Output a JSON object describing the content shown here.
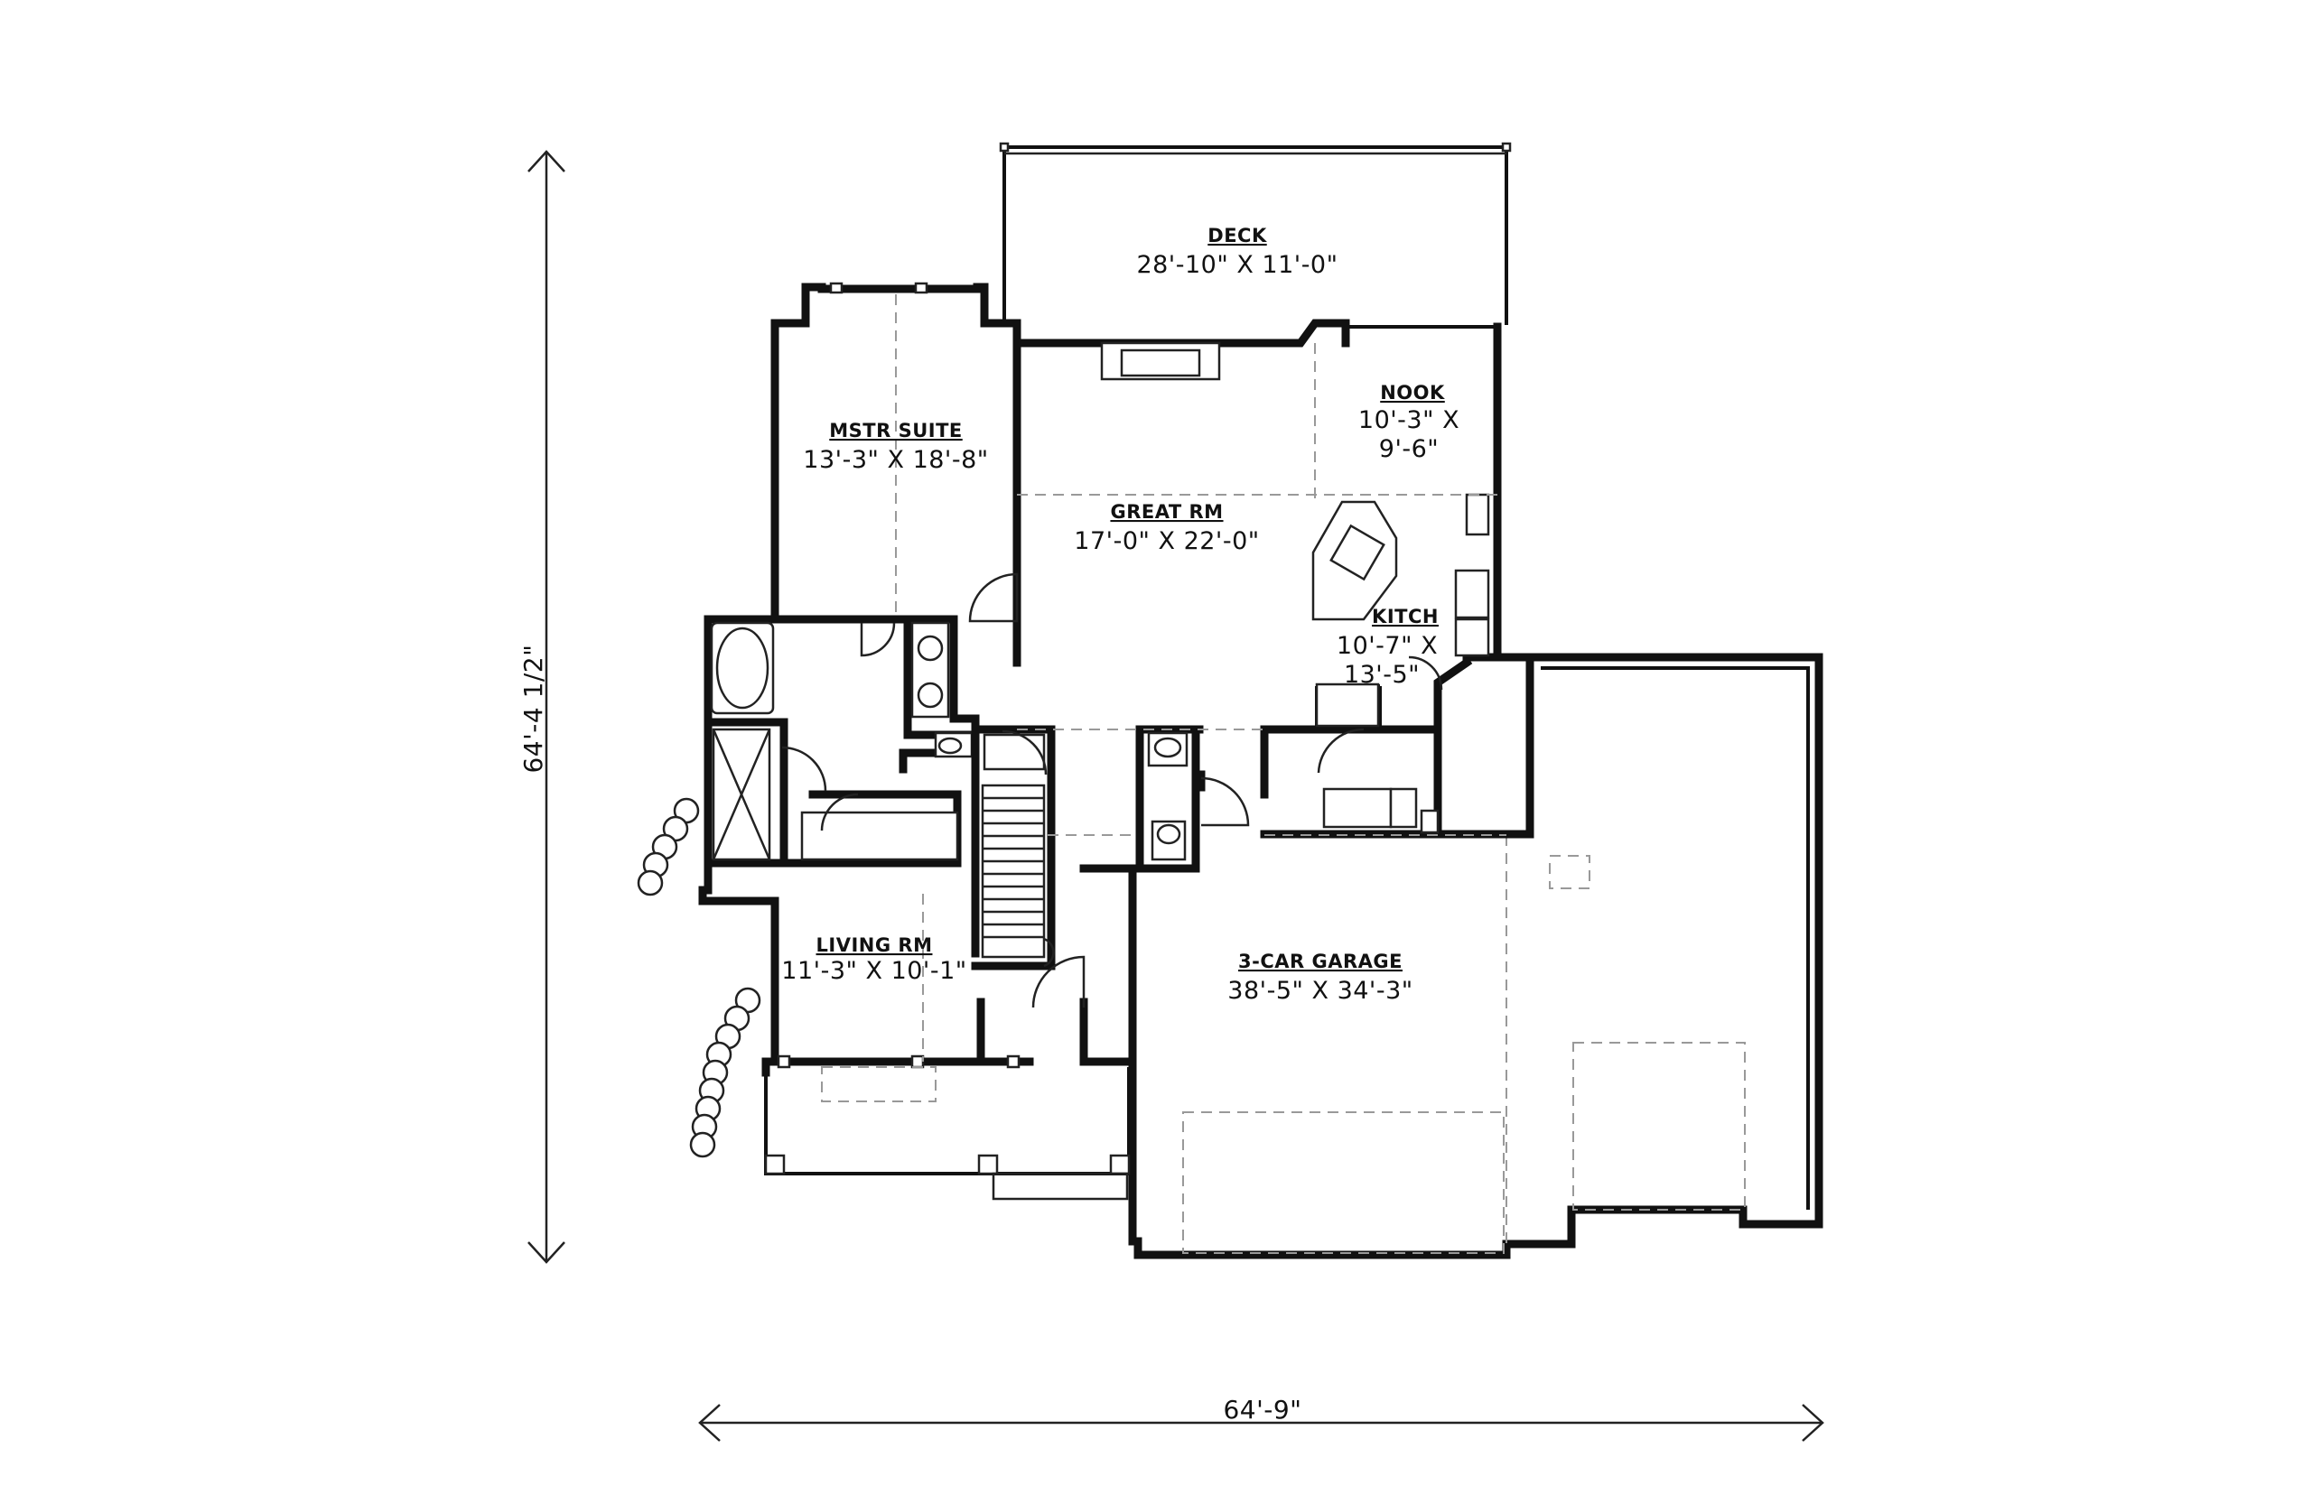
{
  "plan": {
    "overall_width": "64'-9\"",
    "overall_depth": "64'-4 1/2\""
  },
  "rooms": {
    "deck": {
      "name": "DECK",
      "dims": "28'-10\" X 11'-0\""
    },
    "master_suite": {
      "name": "MSTR SUITE",
      "dims": "13'-3\" X 18'-8\""
    },
    "great_room": {
      "name": "GREAT RM",
      "dims": "17'-0\" X 22'-0\""
    },
    "nook": {
      "name": "NOOK",
      "dims_line1": "10'-3\" X",
      "dims_line2": "9'-6\""
    },
    "kitchen": {
      "name": "KITCH",
      "dims_line1": "10'-7\" X",
      "dims_line2": "13'-5\""
    },
    "living_room": {
      "name": "LIVING RM",
      "dims": "11'-3\" X 10'-1\""
    },
    "garage": {
      "name": "3-CAR GARAGE",
      "dims": "38'-5\" X 34'-3\""
    }
  }
}
